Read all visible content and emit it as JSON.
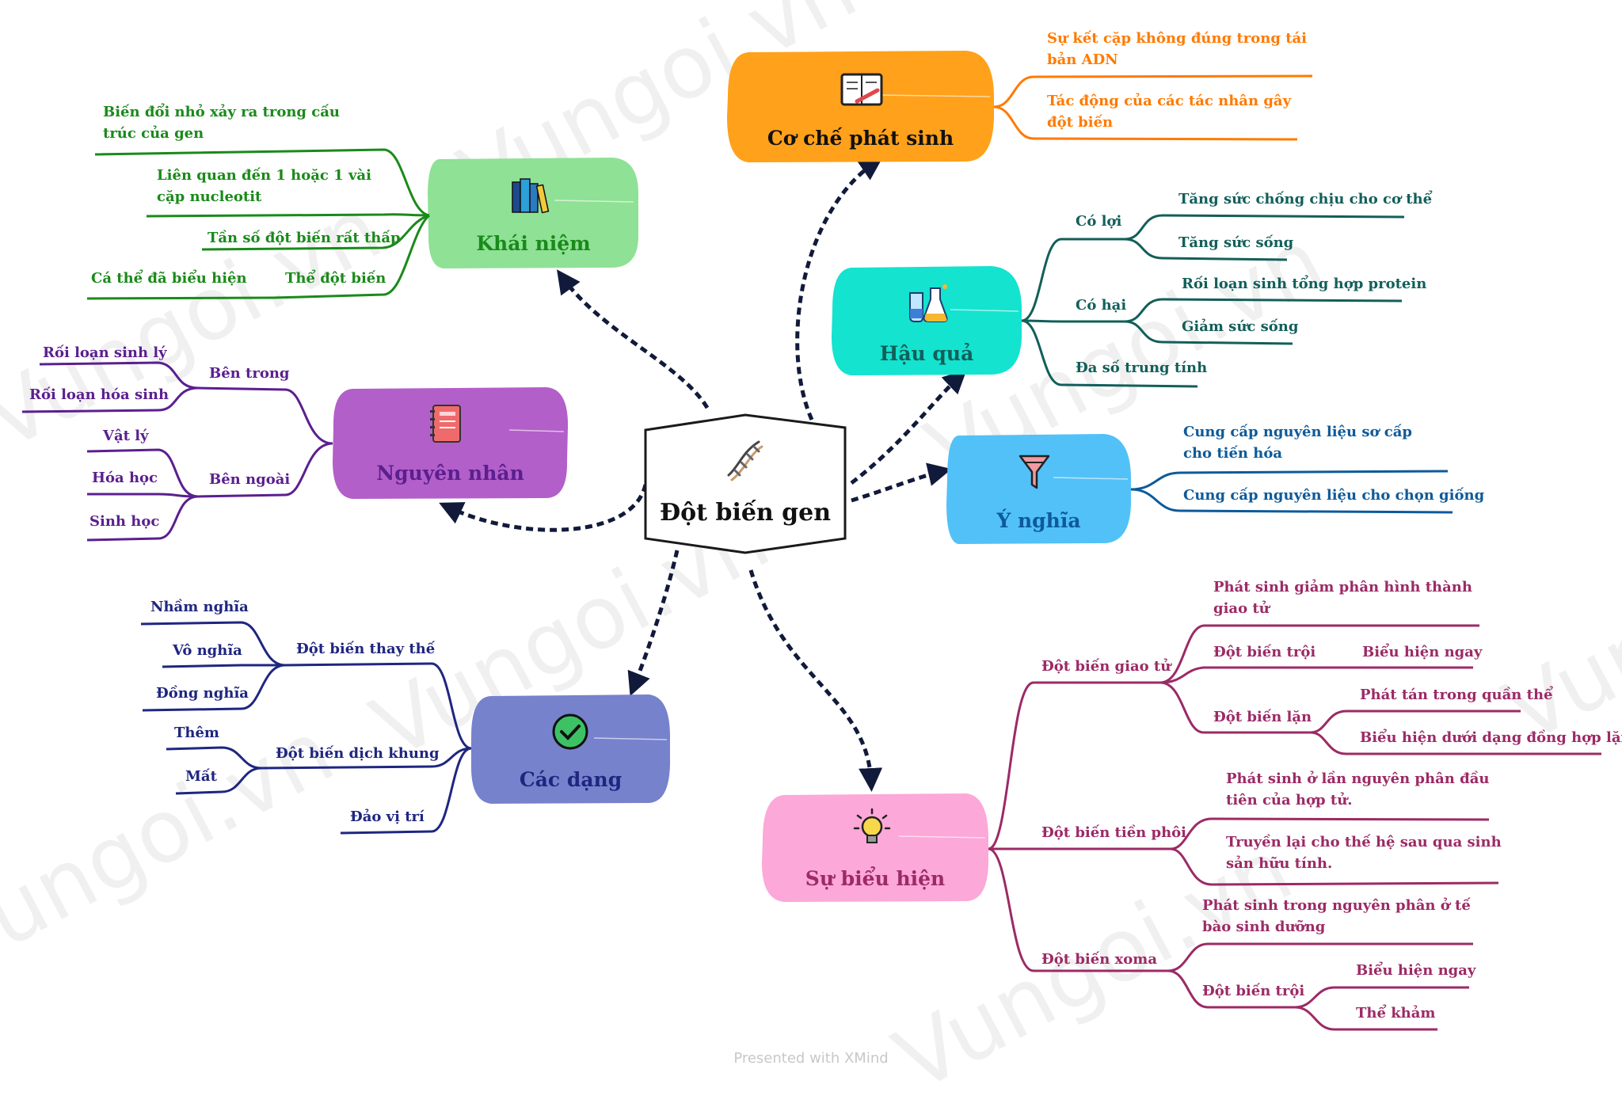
{
  "central": {
    "title": "Đột biến gen",
    "icon": "dna-icon"
  },
  "colors": {
    "khai_niem": "#1a8a1a",
    "nguyen_nhan": "#5b1f8f",
    "cac_dang": "#1f2680",
    "co_che": "#ff7a00",
    "hau_qua": "#125f5a",
    "y_nghia": "#0d5a9a",
    "su_bieu_hien": "#9c2a66"
  },
  "khai_niem": {
    "title": "Khái niệm",
    "icon": "books-icon",
    "items": [
      "Biến đổi nhỏ xảy ra trong cấu trúc của gen",
      "Liên quan đến 1 hoặc 1 vài cặp nucleotit",
      "Tần số đột biến rất thấp",
      "Thể đột biến"
    ],
    "sub": "Cá thể đã biểu hiện"
  },
  "nguyen_nhan": {
    "title": "Nguyên nhân",
    "icon": "notebook-icon",
    "ben_trong": "Bên trong",
    "ben_trong_items": [
      "Rối loạn sinh lý",
      "Rối loạn hóa sinh"
    ],
    "ben_ngoai": "Bên ngoài",
    "ben_ngoai_items": [
      "Vật lý",
      "Hóa học",
      "Sinh học"
    ]
  },
  "cac_dang": {
    "title": "Các dạng",
    "icon": "checkmark-icon",
    "thay_the": "Đột biến thay thế",
    "thay_the_items": [
      "Nhầm nghĩa",
      "Vô nghĩa",
      "Đồng nghĩa"
    ],
    "dich_khung": "Đột biến dịch khung",
    "dich_khung_items": [
      "Thêm",
      "Mất"
    ],
    "dao_vi_tri": "Đảo vị trí"
  },
  "co_che": {
    "title": "Cơ chế phát sinh",
    "icon": "open-book-icon",
    "items": [
      "Sự kết cặp không đúng trong tái bản ADN",
      "Tác động của các tác nhân gây đột biến"
    ]
  },
  "hau_qua": {
    "title": "Hậu quả",
    "icon": "flask-icon",
    "co_loi": "Có lợi",
    "co_loi_items": [
      "Tăng sức chống chịu cho cơ thể",
      "Tăng sức sống"
    ],
    "co_hai": "Có hại",
    "co_hai_items": [
      "Rối loạn sinh tổng hợp protein",
      "Giảm sức sống"
    ],
    "trung_tinh": "Đa số trung tính"
  },
  "y_nghia": {
    "title": "Ý nghĩa",
    "icon": "funnel-icon",
    "items": [
      "Cung cấp nguyên liệu sơ cấp cho tiến hóa",
      "Cung cấp nguyên liệu cho chọn giống"
    ]
  },
  "su_bieu_hien": {
    "title": "Sự biểu hiện",
    "icon": "lightbulb-icon",
    "giao_tu": "Đột biến giao tử",
    "giao_tu_phat_sinh": "Phát sinh giảm phân hình thành giao tử",
    "giao_tu_troi": "Đột biến trội",
    "giao_tu_troi_item": "Biểu hiện ngay",
    "giao_tu_lan": "Đột biến lặn",
    "giao_tu_lan_items": [
      "Phát tán trong quần thể",
      "Biểu hiện dưới dạng đồng hợp lặn"
    ],
    "tien_phoi": "Đột biến tiền phôi",
    "tien_phoi_items": [
      "Phát sinh ở lần nguyên phân đầu tiên của hợp tử.",
      "Truyền lại cho thế hệ sau qua sinh sản hữu tính."
    ],
    "xoma": "Đột biến xoma",
    "xoma_phat_sinh": "Phát sinh trong nguyên phân ở tế bào sinh dưỡng",
    "xoma_troi": "Đột biến trội",
    "xoma_troi_items": [
      "Biểu hiện ngay",
      "Thể khảm"
    ]
  },
  "watermark": "Vungoi.vn",
  "footer": "Presented with XMind"
}
